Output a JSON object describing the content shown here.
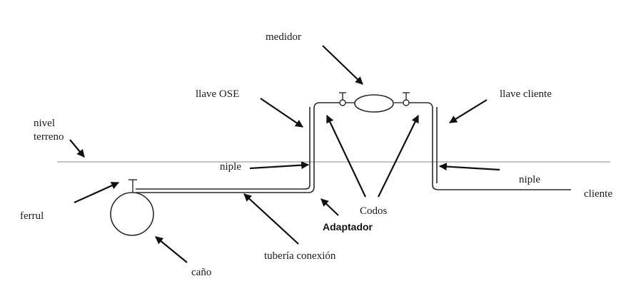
{
  "labels": {
    "medidor": "medidor",
    "llave_ose": "llave OSE",
    "llave_cliente": "llave cliente",
    "nivel": "nivel",
    "terreno": "terreno",
    "niple_left": "niple",
    "niple_right": "niple",
    "cliente": "cliente",
    "ferrul": "ferrul",
    "codos": "Codos",
    "adaptador": "Adaptador",
    "tuberia_conexion": "tubería conexión",
    "cano": "caño"
  },
  "colors": {
    "line": "#2a2a2a",
    "ground": "#8a8a8a",
    "arrow": "#111111"
  }
}
